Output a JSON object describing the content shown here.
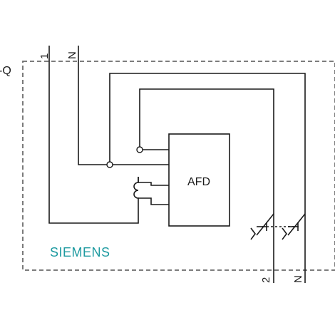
{
  "device_designation": "-Q",
  "terminals": {
    "in_phase": "1",
    "in_neutral": "N",
    "out_phase": "2",
    "out_neutral": "N"
  },
  "afd_label": "AFD",
  "brand": "SIEMENS",
  "colors": {
    "brand": "#1d9aa0",
    "frame": "#6b6b6b",
    "wire": "#1a1a1a"
  }
}
